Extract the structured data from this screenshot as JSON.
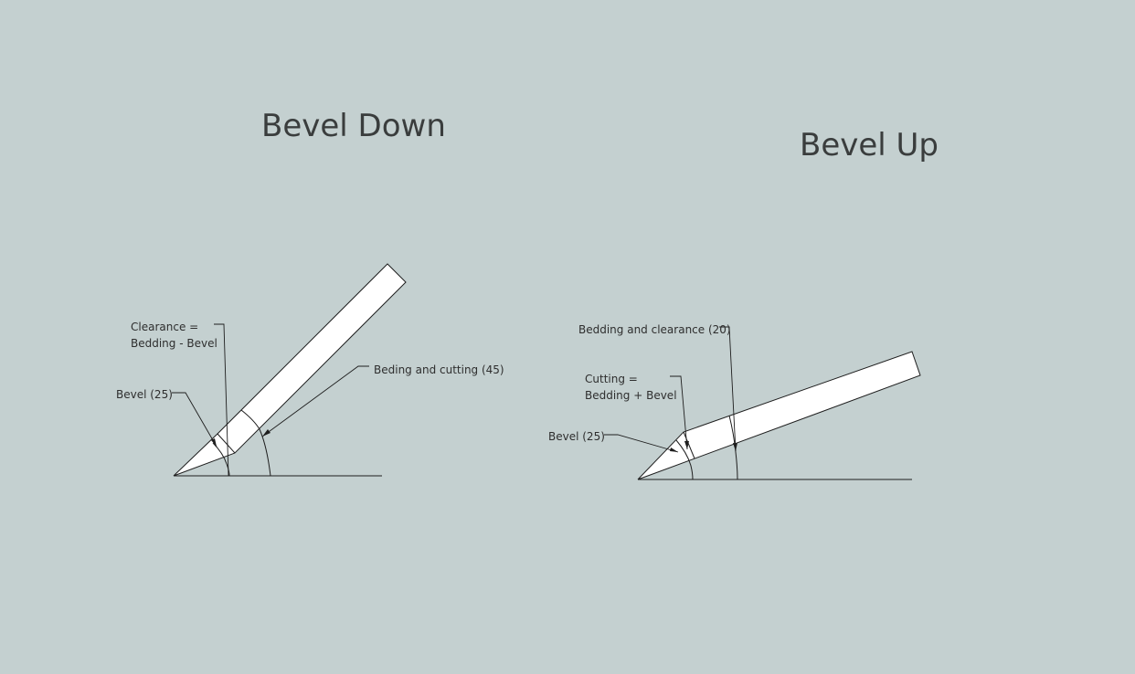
{
  "titles": {
    "left": "Bevel Down",
    "right": "Bevel Up"
  },
  "bevel_down": {
    "clearance_line1": "Clearance =",
    "clearance_line2": "Bedding - Bevel",
    "bevel": "Bevel (25)",
    "bedding_cutting": "Beding and cutting (45)"
  },
  "bevel_up": {
    "bedding_clearance": "Bedding and clearance (20)",
    "cutting_line1": "Cutting =",
    "cutting_line2": "Bedding + Bevel",
    "bevel": "Bevel (25)"
  },
  "colors": {
    "background": "#c4d0d0",
    "blade_fill": "#ffffff",
    "line": "#1e1e1e",
    "title_text": "#3a3d3d"
  }
}
